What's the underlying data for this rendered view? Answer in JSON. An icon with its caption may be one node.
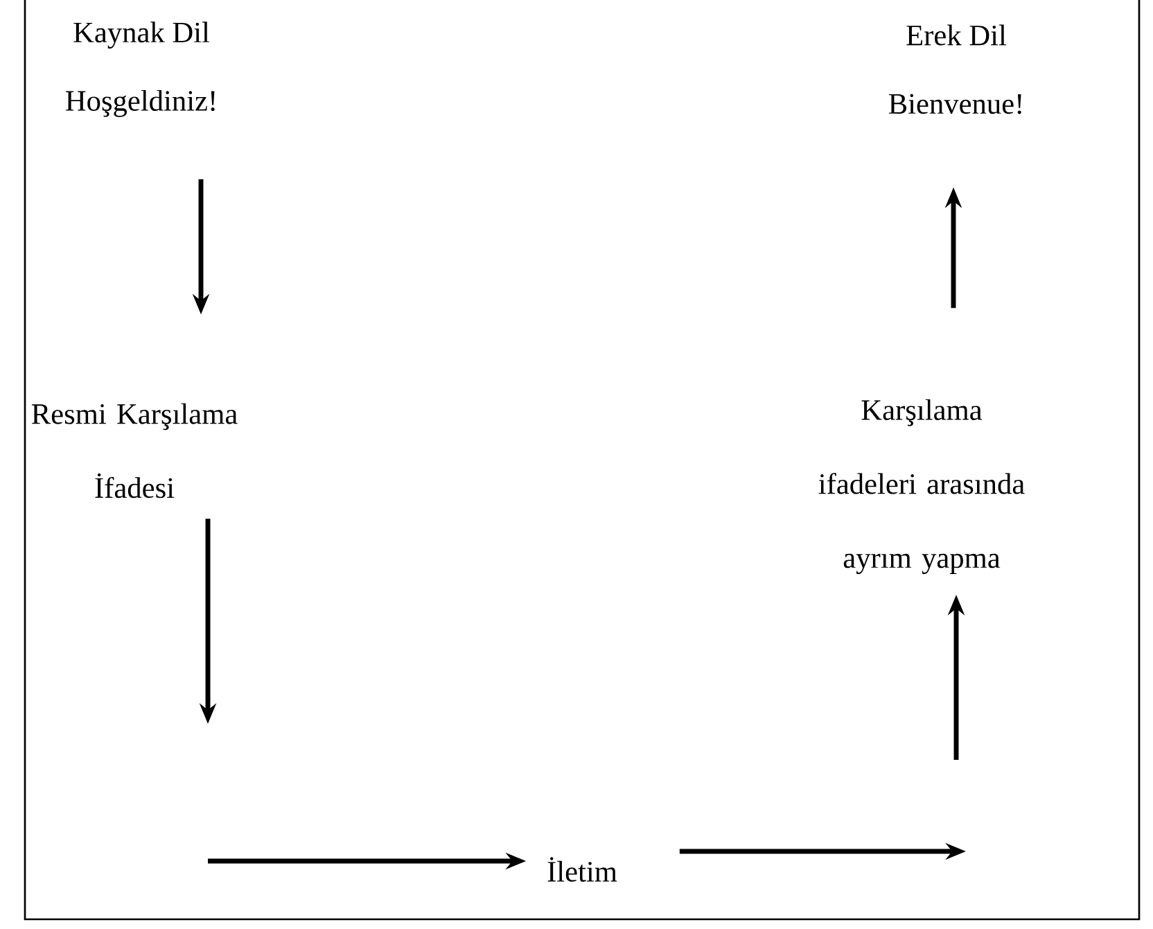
{
  "diagram": {
    "nodes": [
      {
        "text": [
          "Kaynak Dil",
          "Hoşgeldiniz!"
        ]
      },
      {
        "text": [
          "Resmi Karşılama İfadesi"
        ]
      },
      {
        "text": [
          "İletim"
        ]
      },
      {
        "text": [
          "Karşılama ifadeleri arasında ayrım yapma"
        ]
      },
      {
        "text": [
          "Erek Dil",
          "Bienvenue!"
        ]
      }
    ],
    "edges": [
      {
        "from": 0,
        "to": 1,
        "arrow": "to"
      },
      {
        "from": 1,
        "to": null,
        "arrow": "to"
      },
      {
        "from": null,
        "to": 2,
        "arrow": "to"
      },
      {
        "from": 2,
        "to": null,
        "arrow": "to"
      },
      {
        "from": null,
        "to": 3,
        "arrow": "to"
      },
      {
        "from": 3,
        "to": 4,
        "arrow": "to"
      }
    ]
  }
}
